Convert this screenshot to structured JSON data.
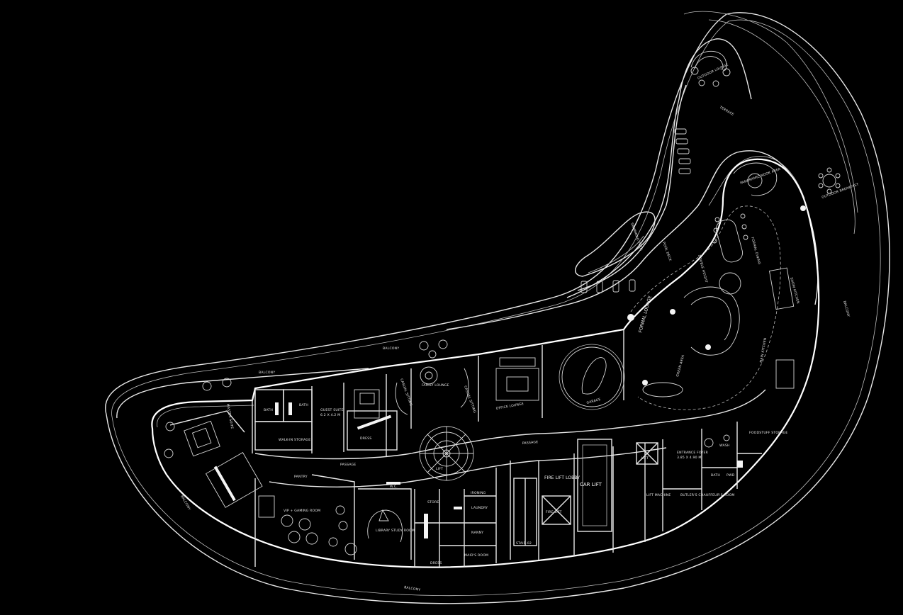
{
  "labels": {
    "balcony_top_1": "BALCONY",
    "balcony_top_2": "BALCONY",
    "balcony_left": "BALCONY",
    "balcony_bottom": "BALCONY",
    "balcony_right": "BALCONY",
    "terrace": "TERRACE",
    "outdoor_lounge": "OUTDOOR LOUNGE",
    "outdoor_breakfast": "OUTDOOR BREAKFAST",
    "panoramic_nook": "PANORAMIC NOOK AREA",
    "swimming_pool": "SWIMMING POOL",
    "pool_deck": "POOL DECK",
    "formal_dining": "FORMAL DINING",
    "double_height": "DOUBLE HEIGHT",
    "formal_lounge": "FORMAL LOUNGE",
    "green_area": "GREEN AREA",
    "show_kitchen": "SHOW KITCHEN",
    "main_kitchen": "MAIN KITCHEN",
    "foodstuff_storage": "FOODSTUFF STORAGE",
    "wash": "WASH",
    "entrance_foyer": "ENTRANCE FOYER",
    "entrance_dims": "3.85 X 4.90 M",
    "lift": "LIFT",
    "lift_machine": "LIFT MACHINE",
    "butler_room": "BUTLER'S CHAUFFEUR'S ROOM",
    "bath_small": "BATH",
    "pwd": "PWD",
    "car_lift": "CAR LIFT",
    "fire_lift_lobby": "FIRE LIFT LOBBY",
    "fire_lift": "FIRE LIFT",
    "stair_02": "STAIR-02",
    "garage": "GARAGE",
    "office_lounge": "OFFICE LOUNGE",
    "passage_1": "PASSAGE",
    "passage_2": "PASSAGE",
    "casual_sitting_1": "CASUAL SITTING",
    "casual_sitting_2": "CASUAL SITTING",
    "family_lounge": "FAMILY LOUNGE",
    "guest_suite": "GUEST SUITE",
    "guest_dims": "6.2 X 4.2 M",
    "bath_1": "BATH",
    "bath_2": "BATH",
    "dress": "DRESS",
    "dress_2": "DRESS",
    "master_suite": "MASTER SUITE",
    "pantry": "PANTRY",
    "vip_gaming": "VIP + GAMING ROOM",
    "library": "LIBRARY STUDY ROOM",
    "store": "STORE",
    "ironing": "IRONING",
    "laundry": "LAUNDRY",
    "nanny": "NANNY",
    "maids_room": "MAID'S ROOM",
    "wc": "W.C.",
    "lift_small": "LIFT",
    "walk_in": "WALK-IN STORAGE"
  }
}
